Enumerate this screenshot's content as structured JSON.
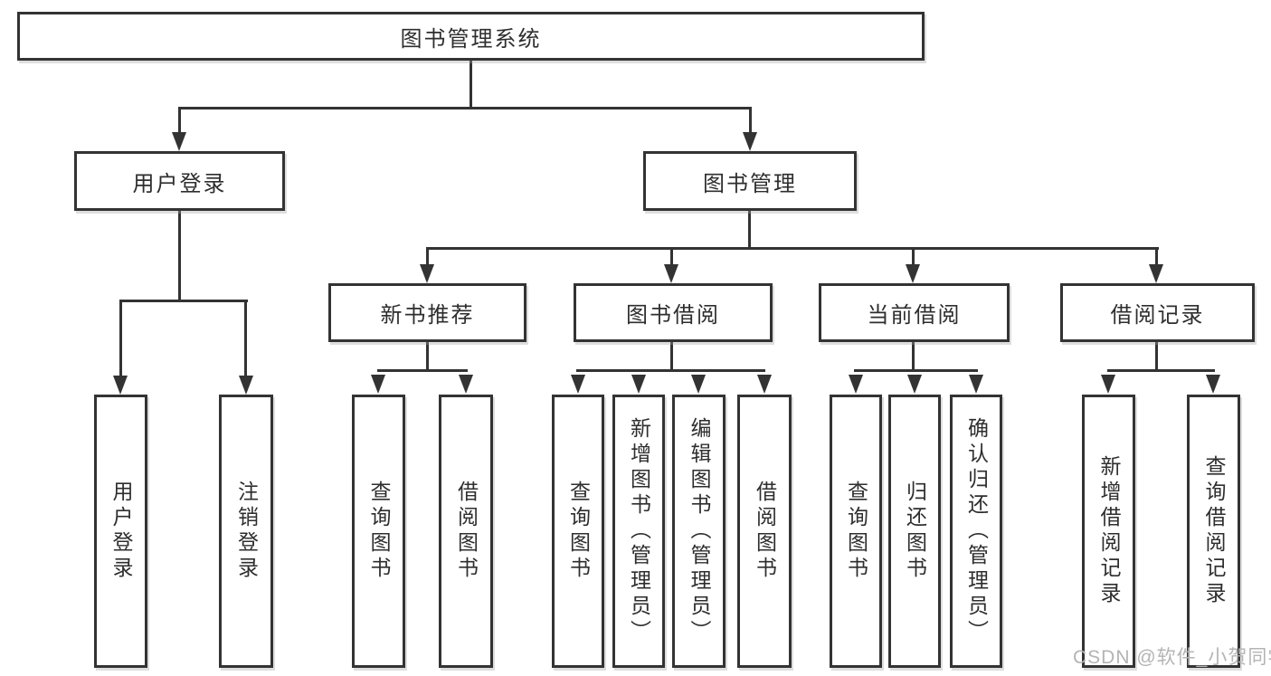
{
  "diagram": {
    "root": {
      "label": "图书管理系统"
    },
    "level2": [
      {
        "label": "用户登录"
      },
      {
        "label": "图书管理"
      }
    ],
    "level3": [
      {
        "label": "新书推荐"
      },
      {
        "label": "图书借阅"
      },
      {
        "label": "当前借阅"
      },
      {
        "label": "借阅记录"
      }
    ],
    "leaves": [
      {
        "label": "用户登录"
      },
      {
        "label": "注销登录"
      },
      {
        "label": "查询图书"
      },
      {
        "label": "借阅图书"
      },
      {
        "label": "查询图书"
      },
      {
        "label": "新增图书（管理员）"
      },
      {
        "label": "编辑图书（管理员）"
      },
      {
        "label": "借阅图书"
      },
      {
        "label": "查询图书"
      },
      {
        "label": "归还图书"
      },
      {
        "label": "确认归还（管理员）"
      },
      {
        "label": "新增借阅记录"
      },
      {
        "label": "查询借阅记录"
      }
    ]
  },
  "watermark": {
    "text": "CSDN @软件_小贺同学"
  },
  "colors": {
    "line": "#333333",
    "box_fill": "#ffffff",
    "text": "#2e2e2e",
    "watermark": "#b4b4b4",
    "background": "#ffffff"
  }
}
